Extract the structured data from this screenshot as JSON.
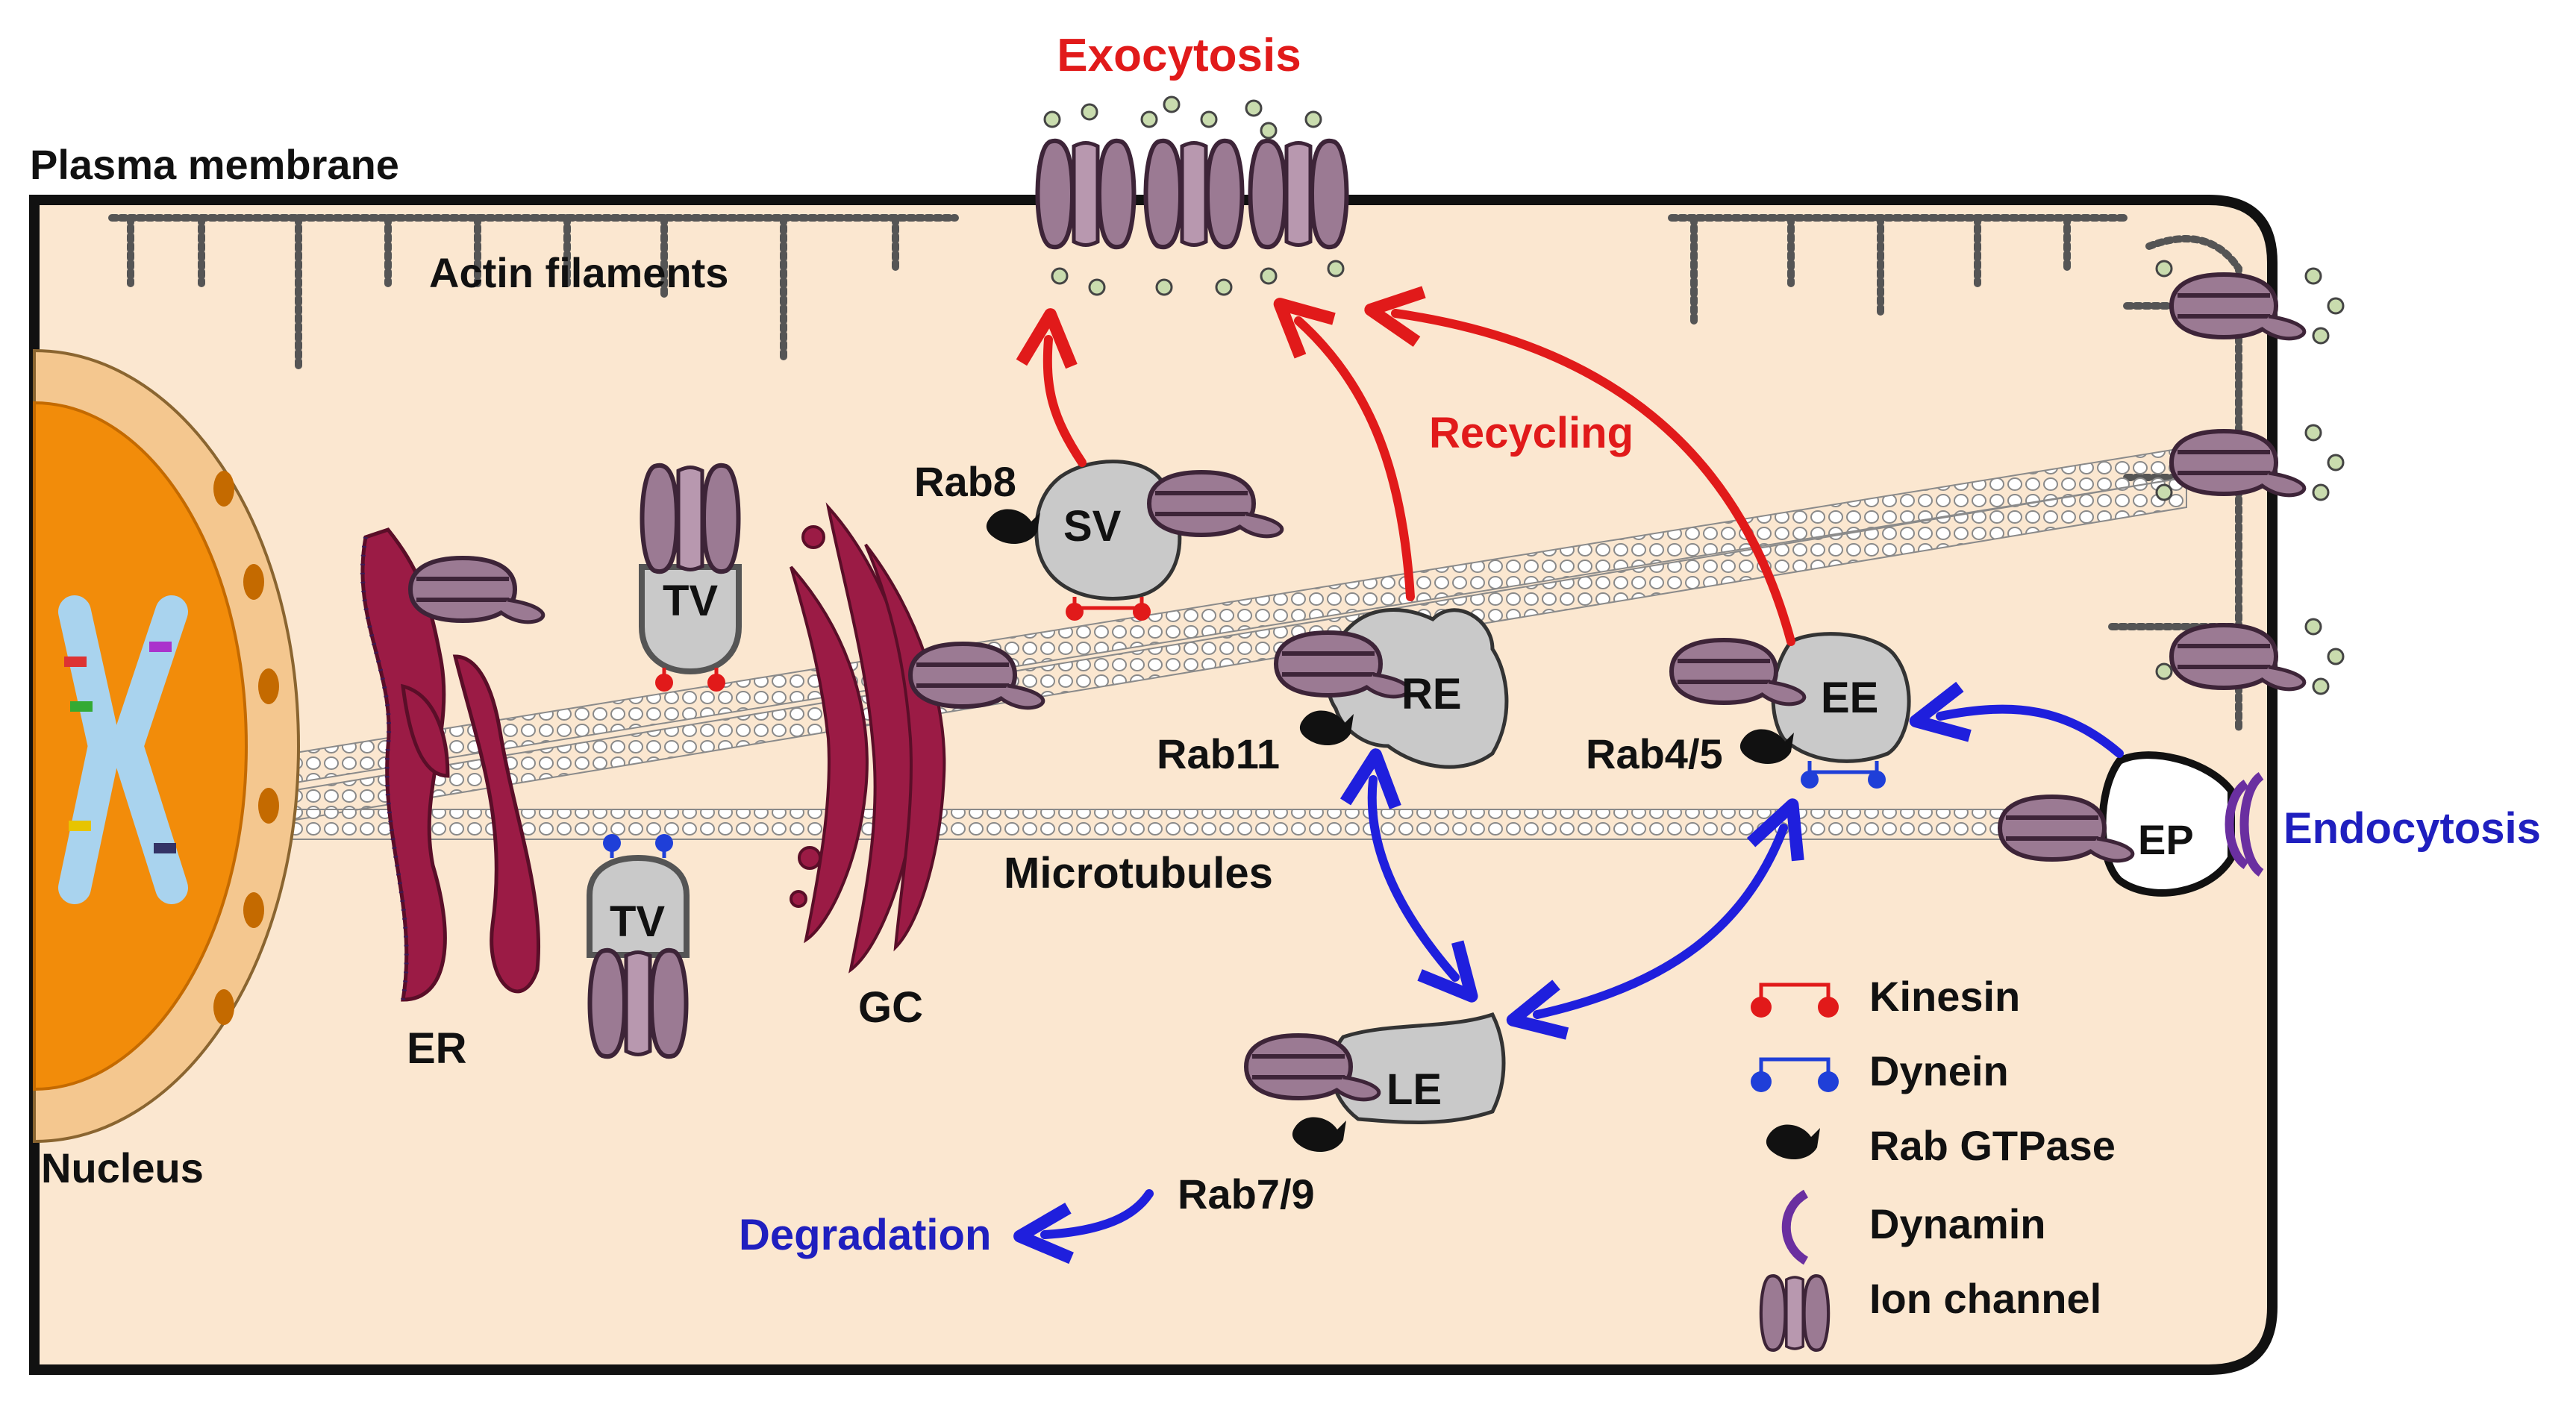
{
  "colors": {
    "cytoplasm": "#fbe7d0",
    "membrane": "#111111",
    "actin": "#555555",
    "microtubule_fill": "#ffffff",
    "microtubule_stroke": "#8a8a8a",
    "nucleus_envelope": "#f4c78f",
    "nucleus_inner": "#f28c0a",
    "er_golgi": "#9b1b45",
    "channel": "#9b7a93",
    "channel_dark": "#5e3f57",
    "vesicle": "#c9c9c9",
    "kinesin": "#e11a1a",
    "dynein": "#1f3fd8",
    "rab": "#111111",
    "dynamin": "#6a2fa0",
    "red_arrow": "#e11a1a",
    "blue_arrow": "#1f1fdd",
    "particle": "#c9dcae"
  },
  "labels": {
    "exocytosis": "Exocytosis",
    "plasma_membrane": "Plasma membrane",
    "actin_filaments": "Actin filaments",
    "recycling": "Recycling",
    "rab8": "Rab8",
    "sv": "SV",
    "tv_top": "TV",
    "tv_bottom": "TV",
    "re": "RE",
    "rab11": "Rab11",
    "ee": "EE",
    "rab45": "Rab4/5",
    "ep": "EP",
    "endocytosis": "Endocytosis",
    "microtubules": "Microtubules",
    "er": "ER",
    "gc": "GC",
    "le": "LE",
    "rab79": "Rab7/9",
    "nucleus": "Nucleus",
    "degradation": "Degradation"
  },
  "legend": [
    {
      "key": "kinesin",
      "label": "Kinesin",
      "icon": "kinesin-icon"
    },
    {
      "key": "dynein",
      "label": "Dynein",
      "icon": "dynein-icon"
    },
    {
      "key": "rab",
      "label": "Rab GTPase",
      "icon": "rab-gtpase-icon"
    },
    {
      "key": "dynamin",
      "label": "Dynamin",
      "icon": "dynamin-icon"
    },
    {
      "key": "channel",
      "label": "Ion channel",
      "icon": "ion-channel-icon"
    }
  ]
}
